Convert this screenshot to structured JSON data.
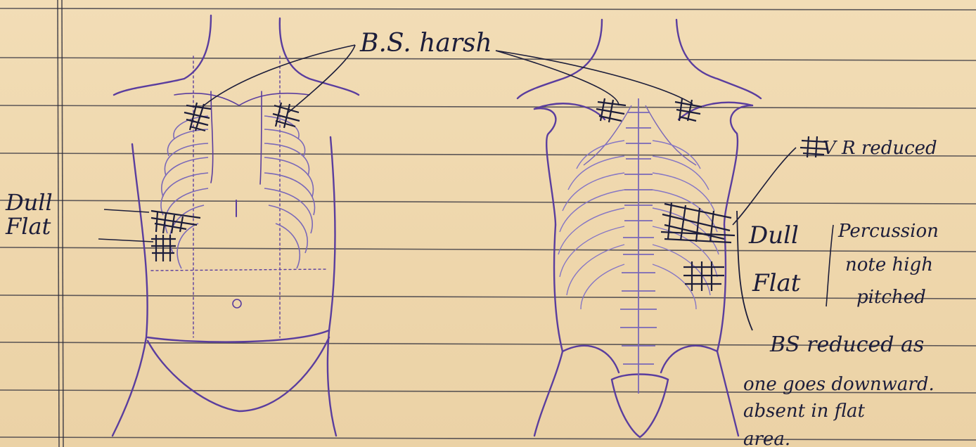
{
  "annotations": {
    "bs_harsh": "B.S. harsh",
    "dull_front": "Dull",
    "flat_front": "Flat",
    "vr_reduced": "V R reduced",
    "dull_back": "Dull",
    "flat_back": "Flat",
    "percussion": [
      "Percussion",
      "note high",
      "pitched"
    ],
    "bs_reduced": [
      "BS reduced as",
      "one goes downward.",
      "absent in flat",
      "area."
    ]
  },
  "colors": {
    "paper": "#efd9b0",
    "ruled_line": "#2b2b3a",
    "ink_drawing": "#5a3d9e",
    "ink_writing": "#1c1d3a"
  }
}
